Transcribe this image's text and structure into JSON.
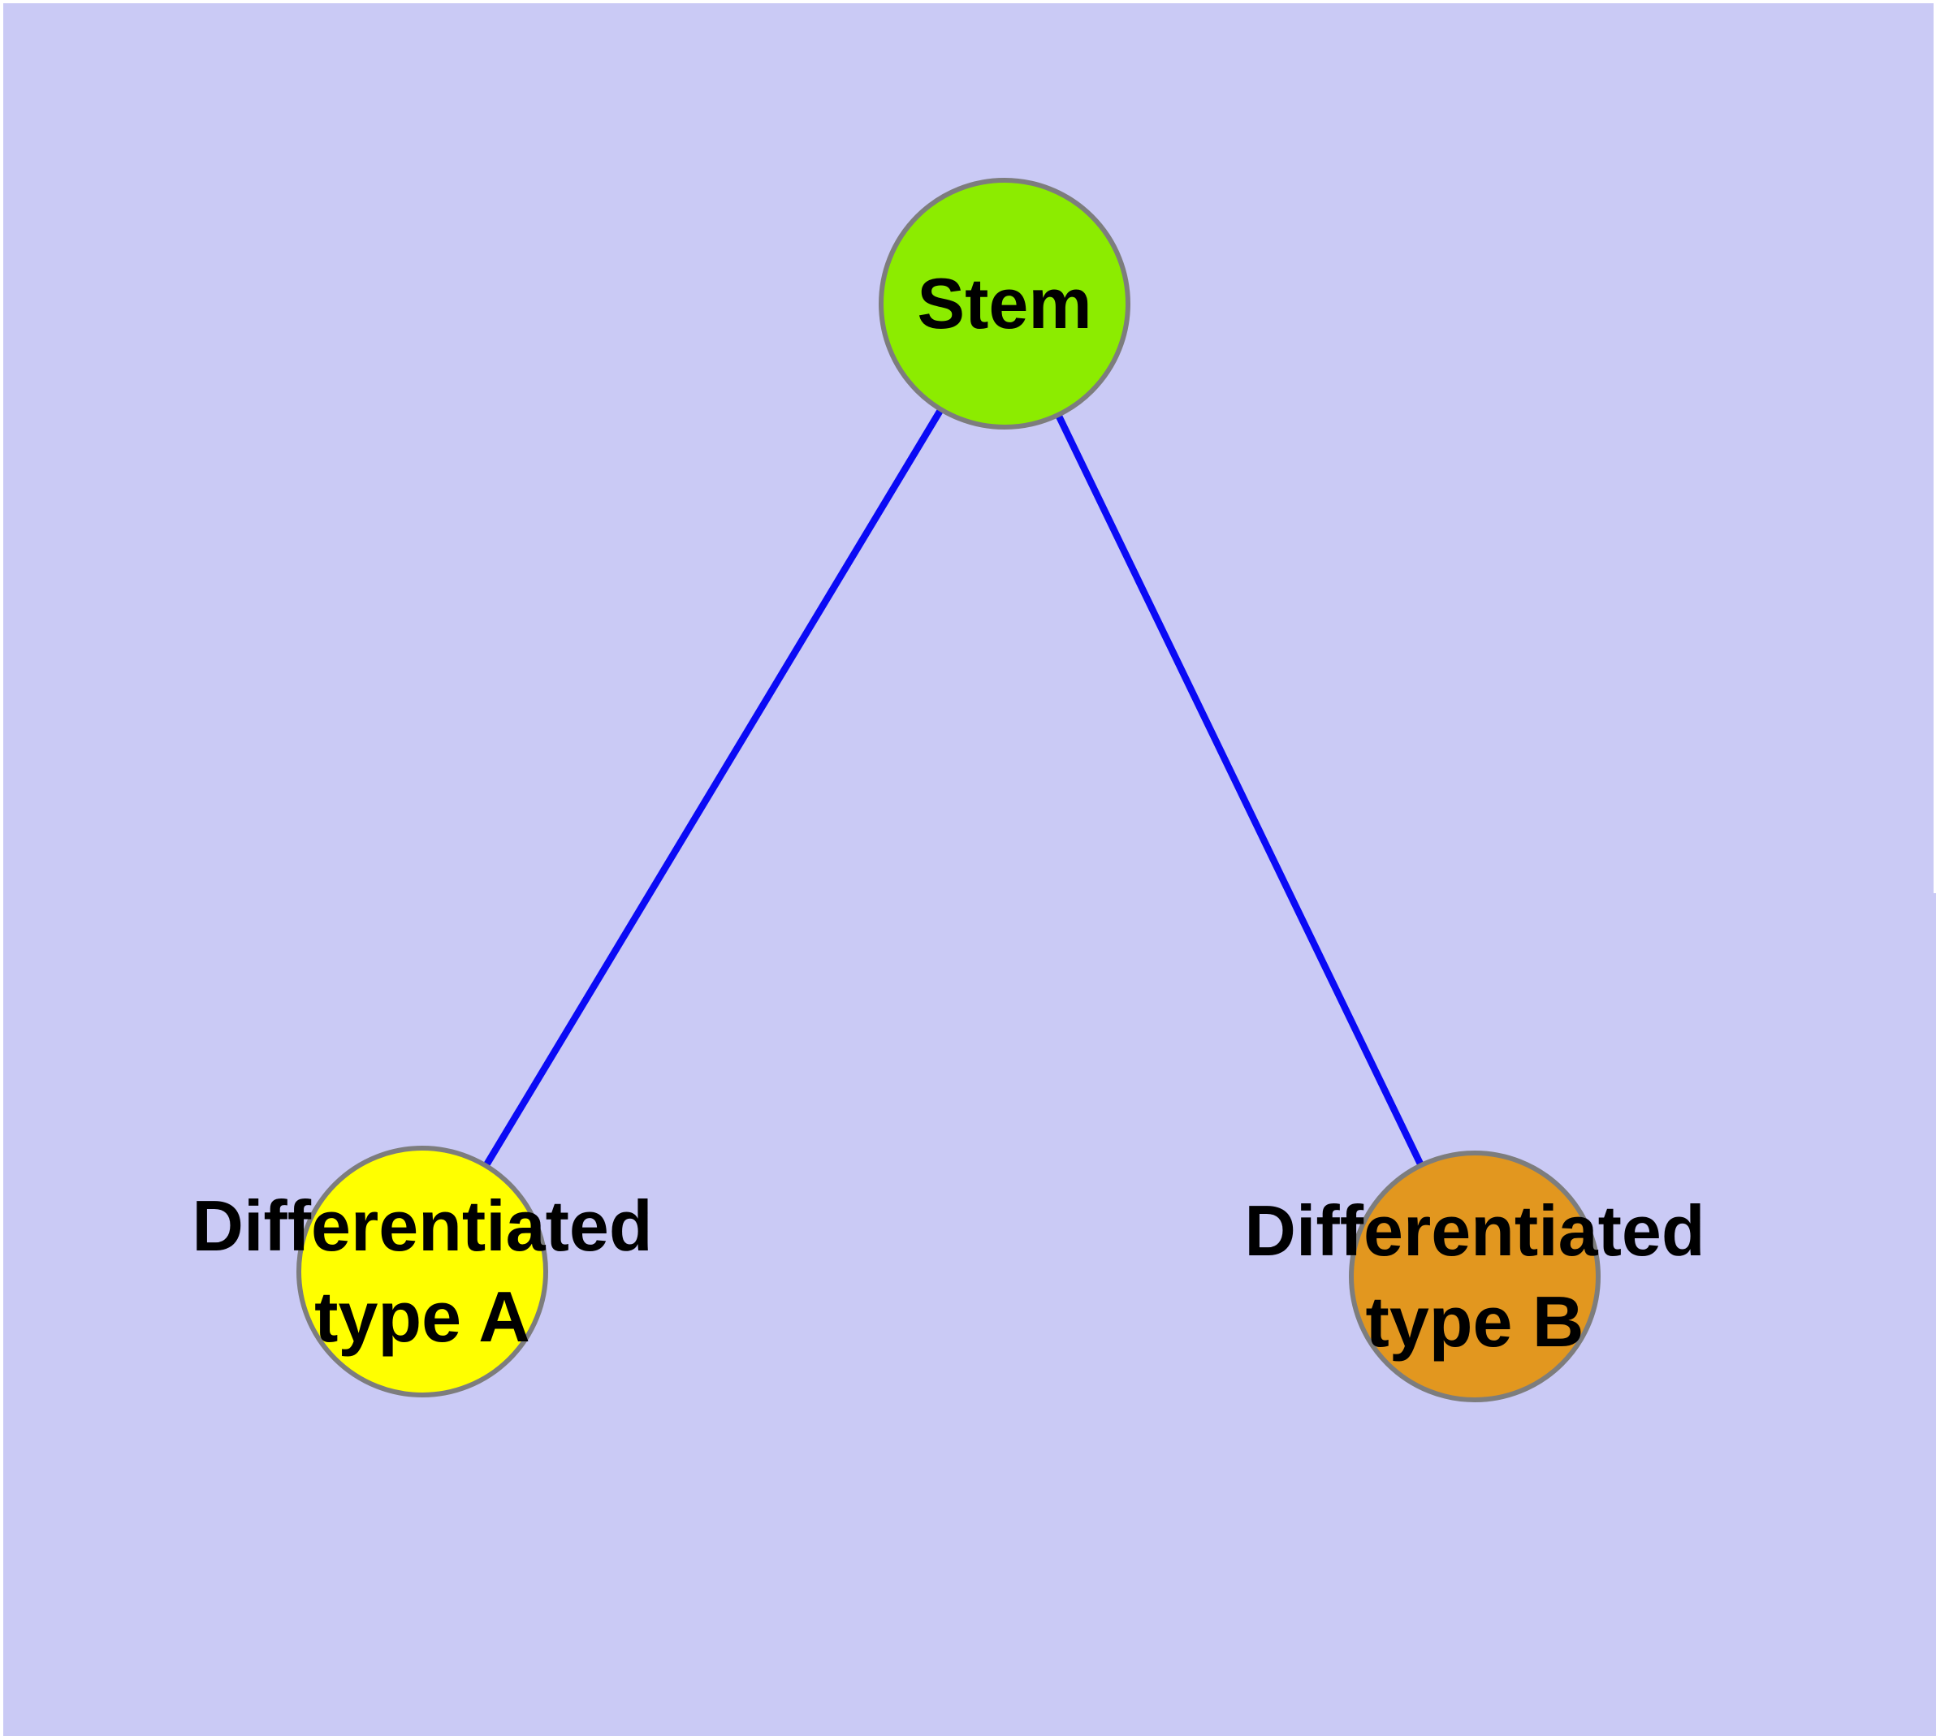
{
  "diagram": {
    "background_color": "#CACAF5",
    "edge_color": "#0A0AF5",
    "node_border_color": "#7D7D7D",
    "text_color": "#000000",
    "nodes": {
      "stem": {
        "label": "Stem",
        "fill_color": "#8CEC00"
      },
      "type_a": {
        "label_line1": "Differentiated",
        "label_line2": "type A",
        "fill_color": "#FFFF00"
      },
      "type_b": {
        "label_line1": "Differentiated",
        "label_line2": "type B",
        "fill_color": "#E2971F"
      }
    },
    "edges": [
      {
        "from": "Stem",
        "to": "Differentiated type A"
      },
      {
        "from": "Stem",
        "to": "Differentiated type B"
      }
    ]
  }
}
